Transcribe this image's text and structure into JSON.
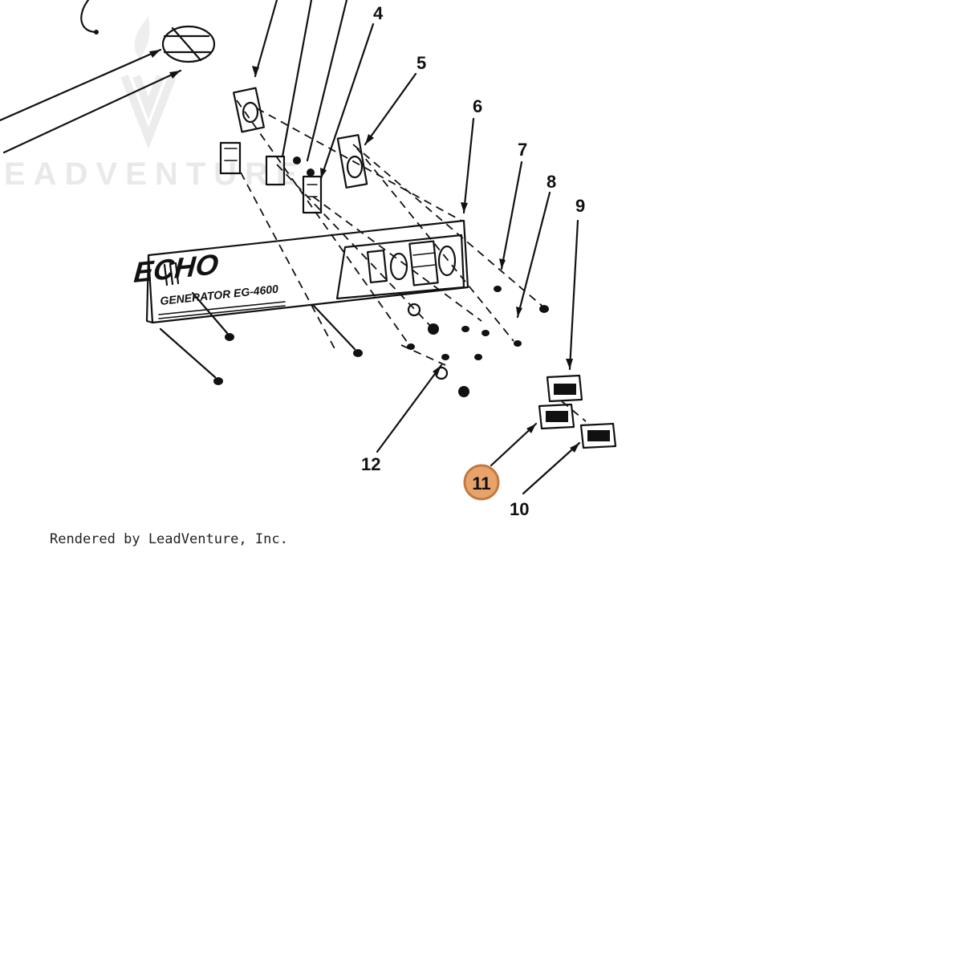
{
  "watermark": {
    "text": "EADVENTURE"
  },
  "panel": {
    "brand": "ECHO",
    "model": "GENERATOR EG-4600"
  },
  "callouts": [
    "4",
    "5",
    "6",
    "7",
    "8",
    "9",
    "10",
    "11",
    "12"
  ],
  "highlight": {
    "label": "11",
    "color": "#E8A36B"
  },
  "footer": {
    "credit": "Rendered by LeadVenture, Inc."
  }
}
